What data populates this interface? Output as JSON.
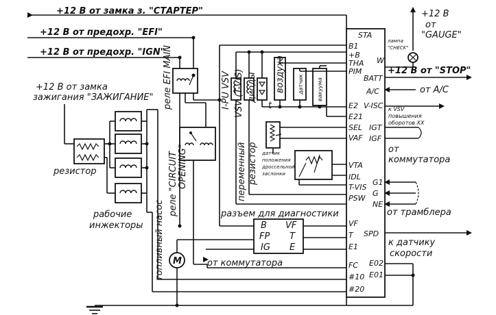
{
  "supply": {
    "starter": "+12 В от замка з. \"СТАРТЕР\"",
    "efi": "+12 В от предохр. \"EFI\"",
    "ign": "+12 В от предохр. \"IGN\"",
    "ignition_1": "+12 В от замка",
    "ignition_2": "зажигания \"ЗАЖИГАНИЕ\"",
    "gauge_1": "+12 В",
    "gauge_2": "от",
    "gauge_3": "\"GAUGE\"",
    "stop": "+12 В от \"STOP\""
  },
  "components": {
    "relay_efi": "реле EFI MAIN",
    "relay_circuit_1": "реле \"CIRCUIT",
    "relay_circuit_2": "OPENING\"",
    "fuel_pump": "топливный насос",
    "motor_symbol": "M",
    "resistor": "резистор",
    "injectors_1": "рабочие",
    "injectors_2": "инжекторы",
    "vsv_ipu": "I-PU VSV",
    "vsv_tvis": "VSV (T-VIS)",
    "diodes": "диоды",
    "air_sensor": "воздуха",
    "air_sensor_t": "t",
    "temp_sensor": "датчик",
    "vacuum_sensor": "вакуума",
    "var_resistor_1": "переменный",
    "var_resistor_2": "резистор",
    "throttle_sensor_1": "датчик",
    "throttle_sensor_2": "положения",
    "throttle_sensor_3": "дроссельной",
    "throttle_sensor_4": "заслонки",
    "lamp_1": "лампа",
    "lamp_2": "\"CHECK\"",
    "diag_connector": "разъем для диагностики"
  },
  "ecu_pins_left": [
    "STA",
    "B1",
    "+B",
    "THA",
    "PIM",
    "E2",
    "E21",
    "SEL",
    "VAF",
    "VTA",
    "IDL",
    "T-VIS",
    "PSW",
    "VF",
    "T",
    "E1",
    "FC",
    "#10",
    "#20"
  ],
  "ecu_pins_right": [
    "W",
    "BATT",
    "A/C",
    "V-ISC",
    "IGT",
    "IGF",
    "G1",
    "G",
    "NE",
    "SPD",
    "E02",
    "E01"
  ],
  "diag_pins": {
    "left": [
      "B",
      "FP",
      "IG"
    ],
    "right": [
      "VF",
      "T",
      "E"
    ]
  },
  "signals": {
    "ac": "от A/C",
    "vsv_1": "к VSV",
    "vsv_2": "повышения",
    "vsv_3": "оборотов ХХ",
    "commutator_1_a": "от",
    "commutator_1_b": "коммутатора",
    "distributor": "от трамблера",
    "speed_1": "к датчику",
    "speed_2": "скорости",
    "commutator_2": "от коммутатора"
  }
}
